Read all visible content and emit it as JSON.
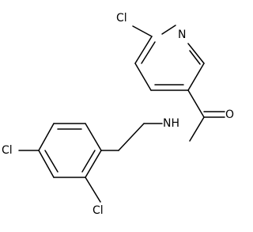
{
  "molecule": {
    "atoms": {
      "cl_top": "Cl",
      "n_ring": "N",
      "o_carbonyl": "O",
      "n_amide": "NH",
      "cl_left": "Cl",
      "cl_bottom": "Cl"
    }
  }
}
